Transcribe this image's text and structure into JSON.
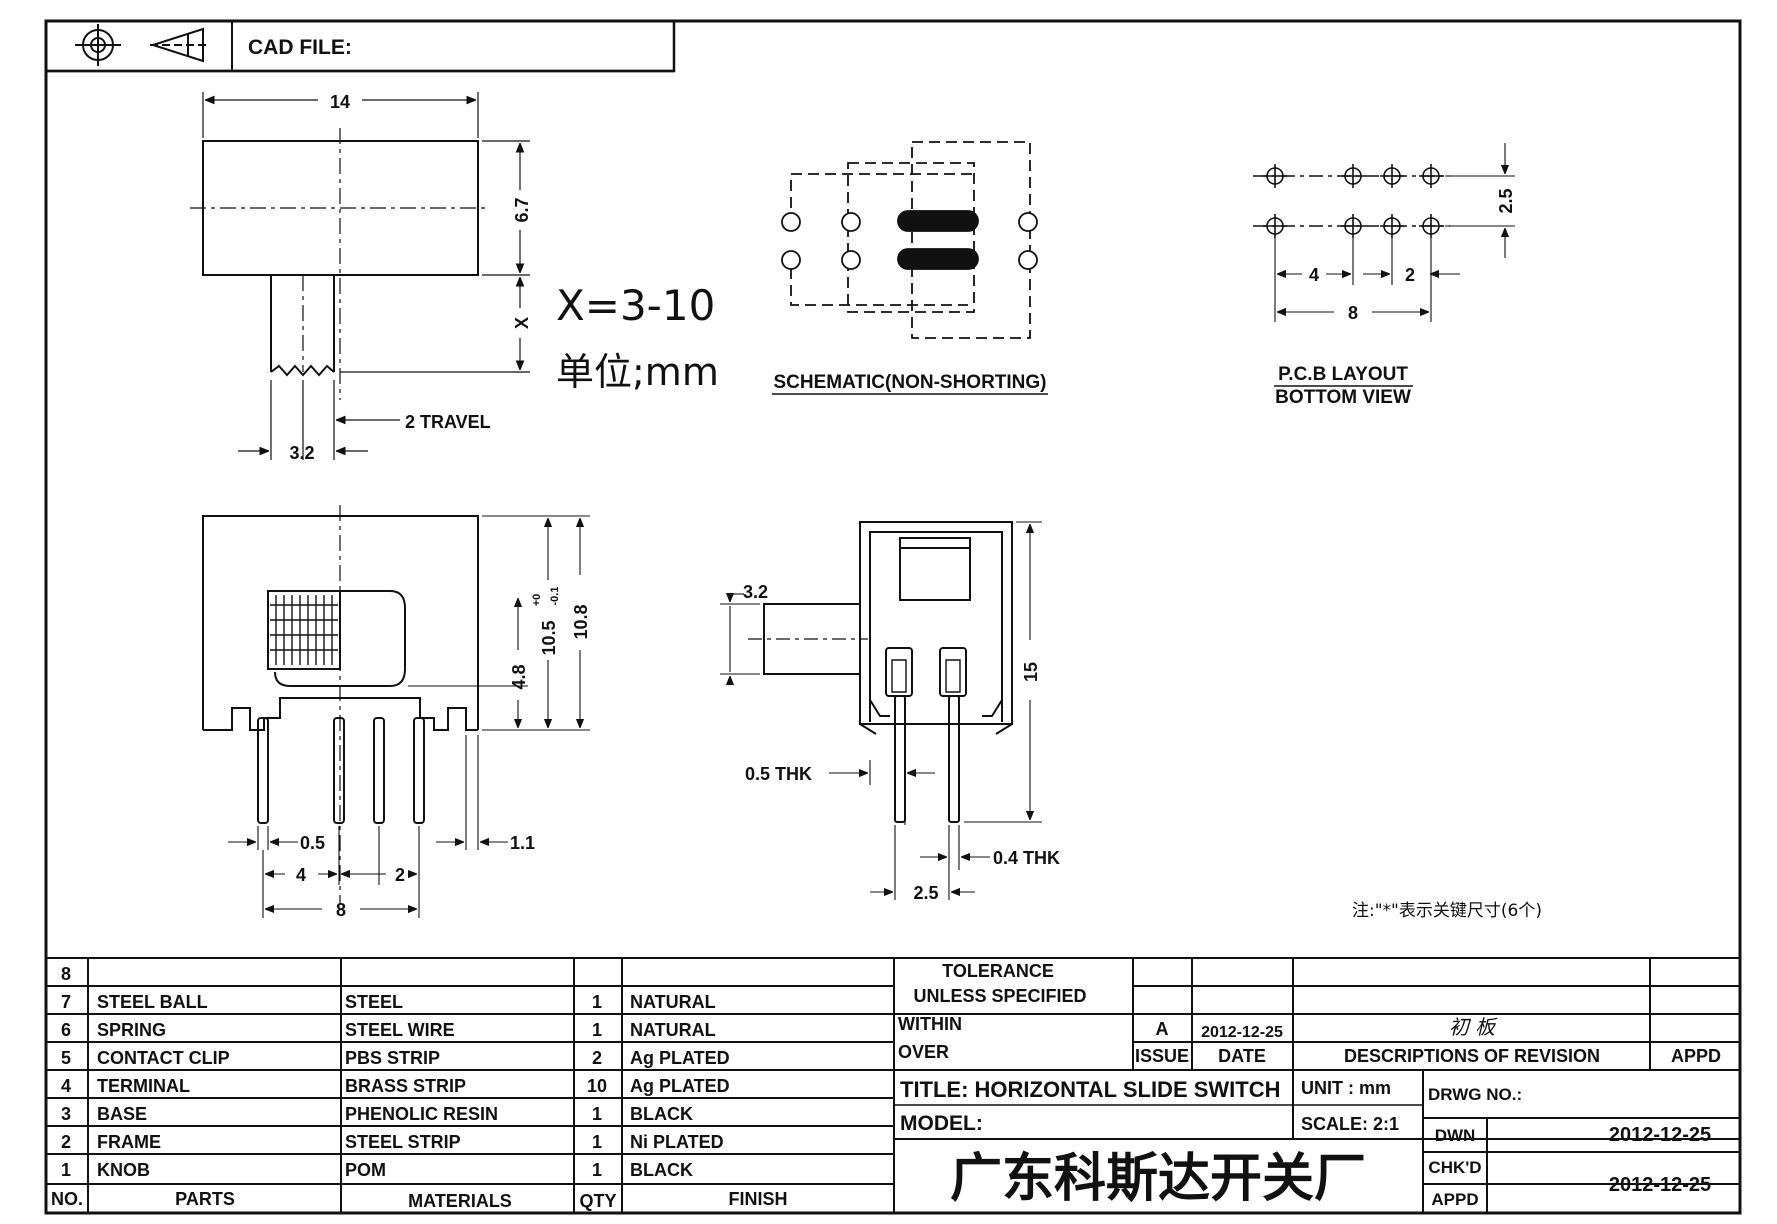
{
  "header": {
    "cad_label": "CAD FILE:",
    "projection_icons": [
      "crosshair-circle-icon",
      "truncated-cone-icon"
    ]
  },
  "top_view": {
    "dim_width": "14",
    "dim_height": "6.7",
    "dim_x": "X",
    "dim_knob": "3.2",
    "dim_travel": "2 TRAVEL"
  },
  "note_x": {
    "range": "X=3-10",
    "unit": "单位;mm"
  },
  "schematic": {
    "caption": "SCHEMATIC(NON-SHORTING)"
  },
  "pcb": {
    "dim_row": "2.5",
    "dim_a": "4",
    "dim_b": "2",
    "dim_total": "8",
    "caption_1": "P.C.B LAYOUT",
    "caption_2": "BOTTOM VIEW"
  },
  "front_view": {
    "dim_height_a": "10.5",
    "dim_tol_plus": "+0",
    "dim_tol_minus": "-0.1",
    "dim_height_b": "10.8",
    "dim_base": "4.8",
    "dim_pin": "0.5",
    "dim_pitch_a": "4",
    "dim_pitch_b": "2",
    "dim_total": "8",
    "dim_right": "1.1"
  },
  "side_view": {
    "dim_knob": "3.2",
    "dim_height": "15",
    "dim_thk_a": "0.5 THK",
    "dim_thk_b": "0.4 THK",
    "dim_width": "2.5"
  },
  "key_note": "注:\"*\"表示关键尺寸(6个)",
  "parts_table": {
    "header": {
      "no": "NO.",
      "parts": "PARTS",
      "materials": "MATERIALS",
      "qty": "QTY",
      "finish": "FINISH"
    },
    "rows": [
      {
        "no": "8",
        "part": "",
        "material": "",
        "qty": "",
        "finish": ""
      },
      {
        "no": "7",
        "part": "STEEL BALL",
        "material": "STEEL",
        "qty": "1",
        "finish": "NATURAL"
      },
      {
        "no": "6",
        "part": "SPRING",
        "material": "STEEL WIRE",
        "qty": "1",
        "finish": "NATURAL"
      },
      {
        "no": "5",
        "part": "CONTACT CLIP",
        "material": "PBS STRIP",
        "qty": "2",
        "finish": "Ag PLATED"
      },
      {
        "no": "4",
        "part": "TERMINAL",
        "material": "BRASS STRIP",
        "qty": "10",
        "finish": "Ag PLATED"
      },
      {
        "no": "3",
        "part": "BASE",
        "material": "PHENOLIC RESIN",
        "qty": "1",
        "finish": "BLACK"
      },
      {
        "no": "2",
        "part": "FRAME",
        "material": "STEEL STRIP",
        "qty": "1",
        "finish": "Ni PLATED"
      },
      {
        "no": "1",
        "part": "KNOB",
        "material": "POM",
        "qty": "1",
        "finish": "BLACK"
      }
    ]
  },
  "title_block": {
    "tolerance_1": "TOLERANCE",
    "tolerance_2": "UNLESS SPECIFIED",
    "within": "WITHIN",
    "over": "OVER",
    "issue_value": "A",
    "issue_date": "2012-12-25",
    "revision_text": "初 板",
    "issue_label": "ISSUE",
    "date_label": "DATE",
    "desc_label": "DESCRIPTIONS OF REVISION",
    "appd_label": "APPD",
    "title": "TITLE: HORIZONTAL SLIDE SWITCH",
    "unit": "UNIT : mm",
    "drwg_no": "DRWG NO.:",
    "model": "MODEL:",
    "scale": "SCALE: 2:1",
    "dwn_label": "DWN",
    "dwn_date": "2012-12-25",
    "company": "广东科斯达开关厂",
    "chkd_label": "CHK'D",
    "appd2_label": "APPD",
    "chkd_date": "2012-12-25"
  }
}
